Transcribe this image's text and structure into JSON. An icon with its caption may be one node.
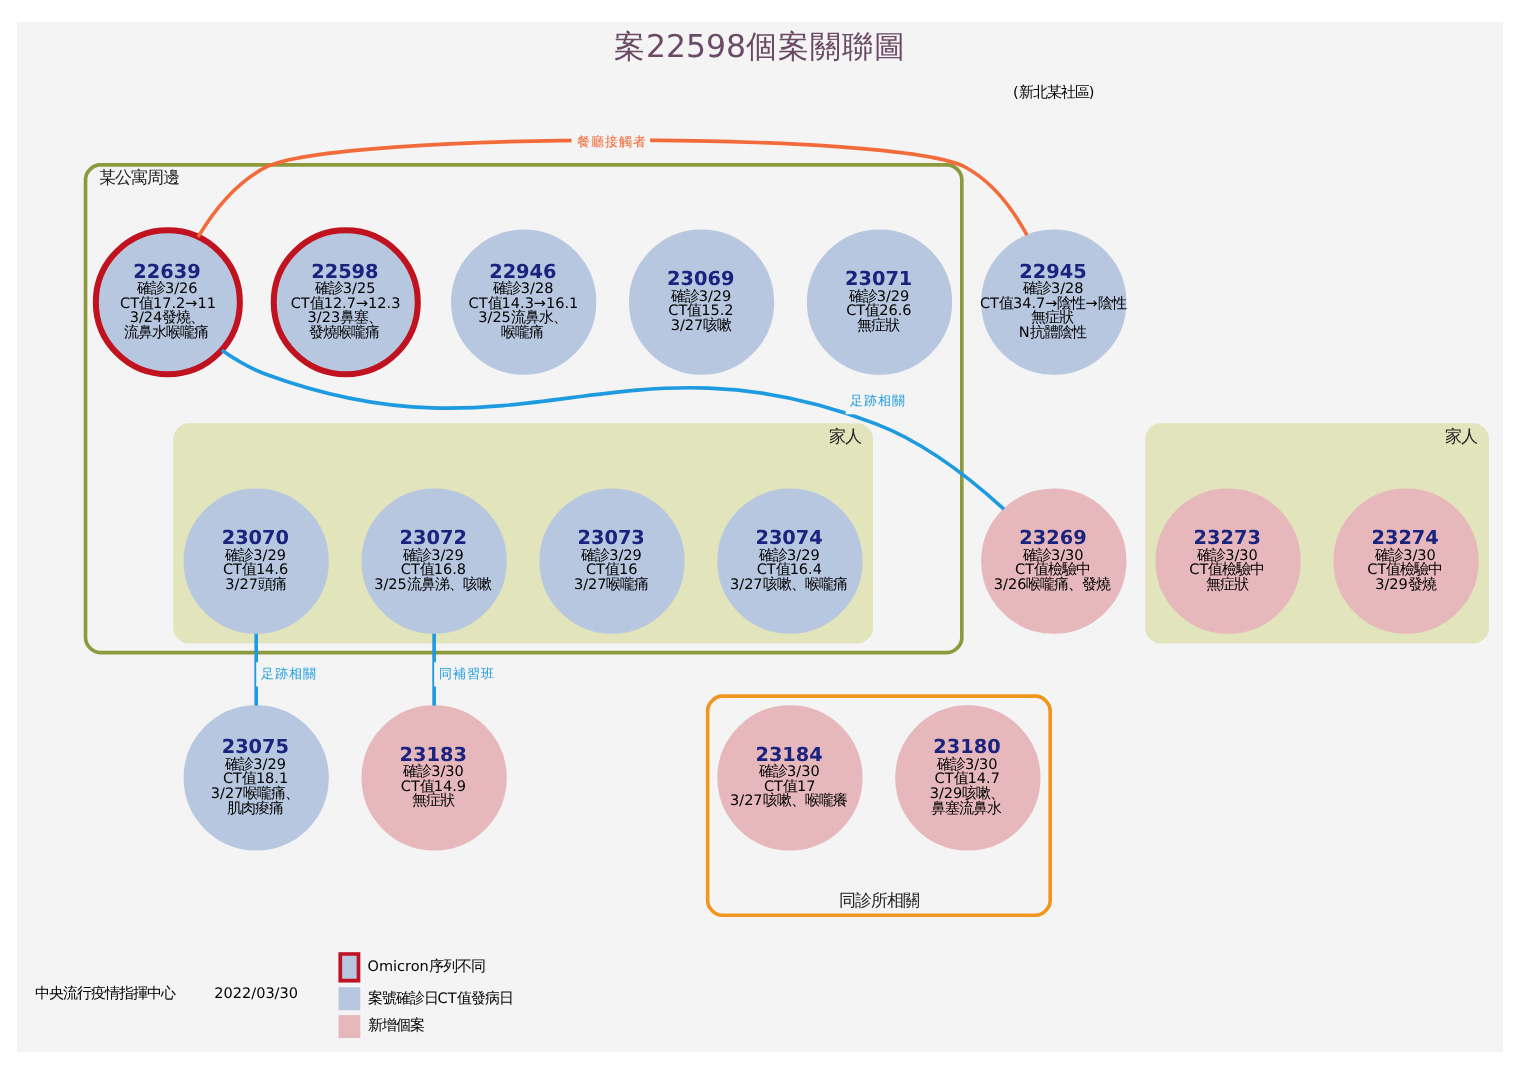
{
  "diagram": {
    "title": "案22598個案關聯圖",
    "nodes": [
      {
        "text": [
          "某公寓周邊"
        ]
      },
      {
        "text": [
          "22945",
          "確診3/28",
          "CT值34.7→陰性→陰性",
          "無症狀",
          "N抗體陰性"
        ]
      },
      {
        "text": [
          "22639",
          "確診3/26",
          "CT值17.2→11",
          "3/24發燒、流鼻水喉嚨痛"
        ],
        "in": 0
      },
      {
        "text": [
          "22598",
          "確診3/25",
          "CT值12.7→12.3",
          "3/23鼻塞、發燒喉嚨痛"
        ],
        "in": 0
      },
      {
        "text": [
          "22946",
          "確診3/28",
          "CT值14.3→16.1",
          "3/25流鼻水、喉嚨痛"
        ],
        "in": 0
      },
      {
        "text": [
          "23069",
          "確診3/29",
          "CT值15.2",
          "3/27咳嗽"
        ],
        "in": 0
      },
      {
        "text": [
          "23071",
          "確診3/29",
          "CT值26.6",
          "無症狀"
        ],
        "in": 0
      },
      {
        "text": [
          "家人"
        ],
        "in": 0
      },
      {
        "text": [
          "23070",
          "確診3/29",
          "CT值14.6",
          "3/27頭痛"
        ],
        "in": 7
      },
      {
        "text": [
          "23072",
          "確診3/29",
          "CT值16.8",
          "3/25流鼻涕、咳嗽"
        ],
        "in": 7
      },
      {
        "text": [
          "23073",
          "確診3/29",
          "CT值16",
          "3/27喉嚨痛"
        ],
        "in": 7
      },
      {
        "text": [
          "23074",
          "確診3/29",
          "CT值16.4",
          "3/27咳嗽、喉嚨痛"
        ],
        "in": 7
      },
      {
        "text": [
          "23269",
          "確診3/30",
          "CT值檢驗中",
          "3/26喉嚨痛、發燒"
        ]
      },
      {
        "text": [
          "家人"
        ]
      },
      {
        "text": [
          "23273",
          "確診3/30",
          "CT值檢驗中",
          "無症狀"
        ],
        "in": 13
      },
      {
        "text": [
          "23274",
          "確診3/30",
          "CT值檢驗中",
          "3/29發燒"
        ],
        "in": 13
      },
      {
        "text": [
          "23075",
          "確診3/29",
          "CT值18.1",
          "3/27喉嚨痛、肌肉痠痛"
        ]
      },
      {
        "text": [
          "23183",
          "確診3/30",
          "CT值14.9",
          "無症狀"
        ]
      },
      {
        "text": [
          "同診所相關"
        ]
      },
      {
        "text": [
          "23184",
          "確診3/30",
          "CT值17",
          "3/27咳嗽、喉嚨癢"
        ],
        "in": 18
      },
      {
        "text": [
          "23180",
          "確診3/30",
          "CT值14.7",
          "3/29咳嗽、鼻塞流鼻水"
        ],
        "in": 18
      }
    ],
    "edges": [
      {
        "from": 1,
        "to": 2,
        "arrow": "none",
        "label": "餐廳接觸者",
        "color": "#f26b3a"
      },
      {
        "from": 12,
        "to": 2,
        "arrow": "none",
        "label": "足跡相關"
      },
      {
        "from": 8,
        "to": 16,
        "arrow": "none",
        "label": "足跡相關"
      },
      {
        "from": 9,
        "to": 17,
        "arrow": "none",
        "label": "同補習班"
      }
    ],
    "labels": [
      "(新北某社區)",
      "中央流行疫情指揮中心",
      "2022/03/30"
    ],
    "legend": [
      {
        "text": "Omicron序列不同"
      },
      {
        "text": "案號確診日CT值發病日",
        "color": "#b7c7e0"
      },
      {
        "text": "新增個案",
        "color": "#e6b8bb"
      }
    ]
  }
}
